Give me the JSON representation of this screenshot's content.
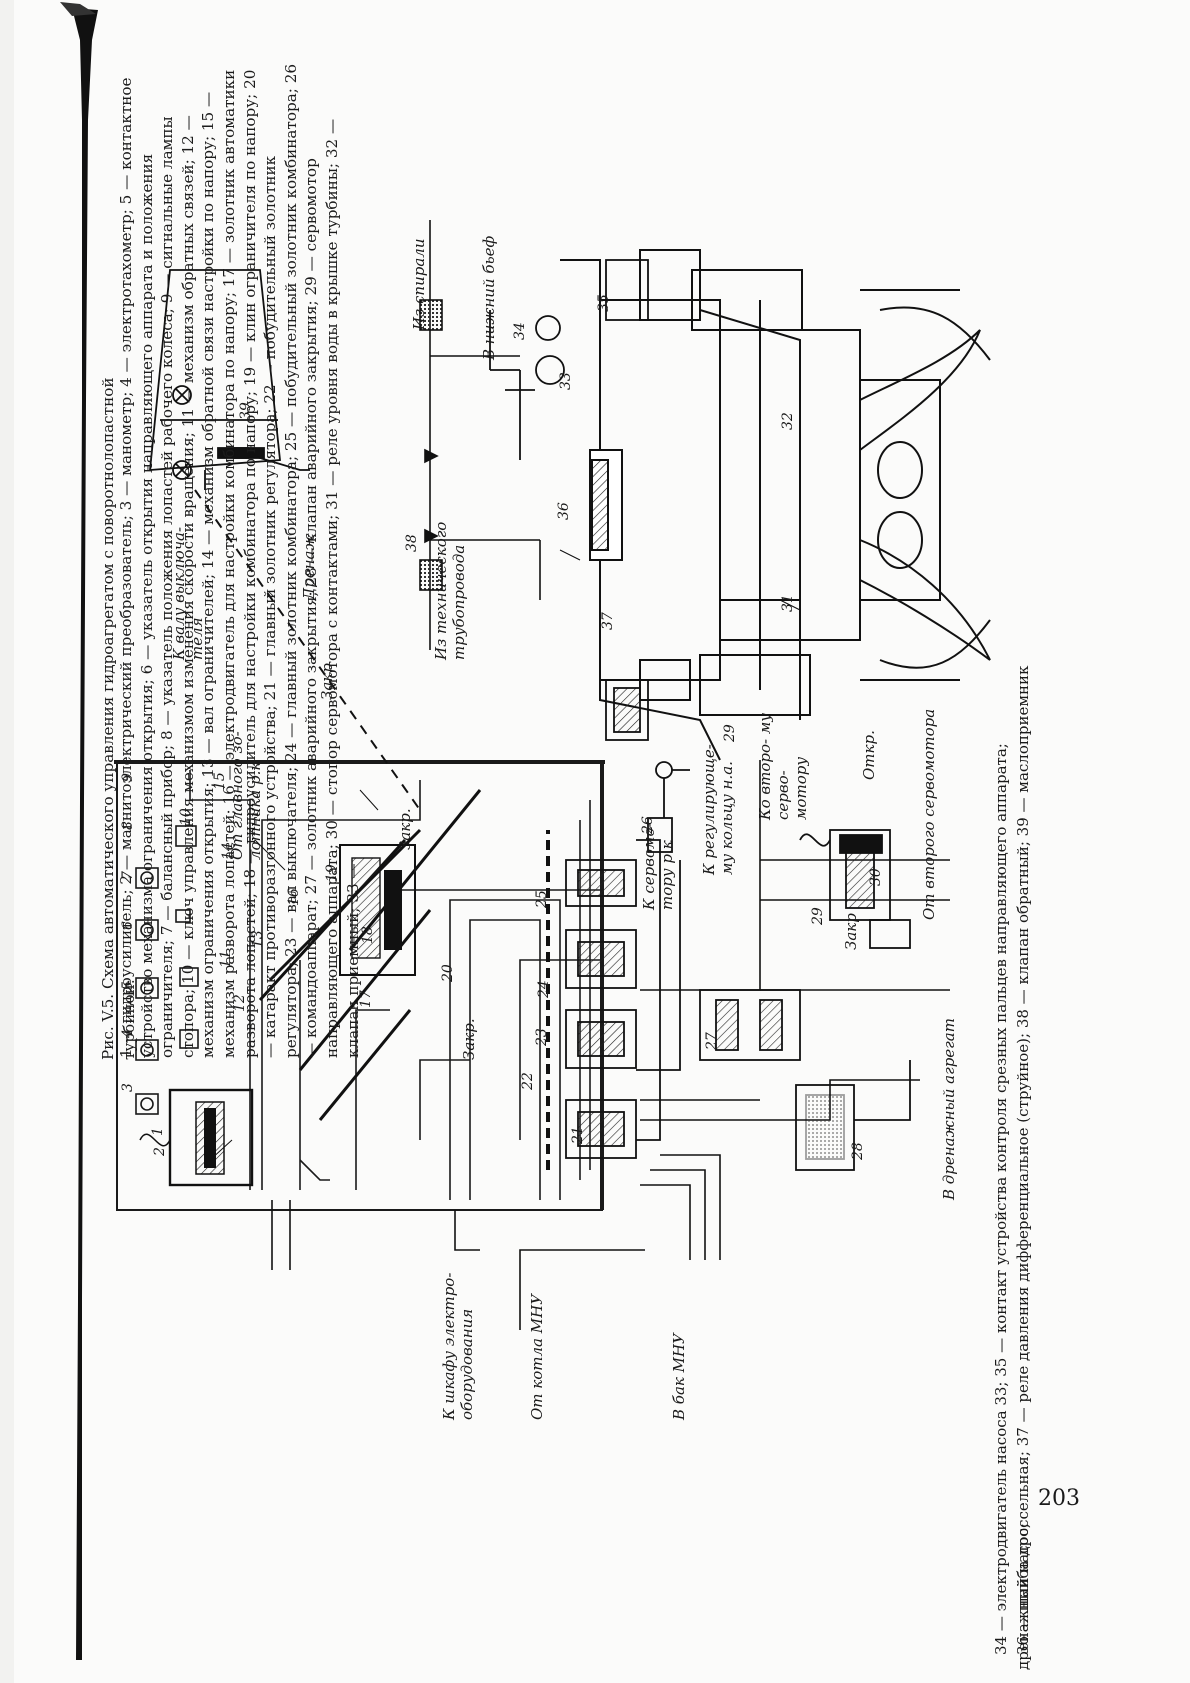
{
  "caption": {
    "figure_title": "Рис. V.5. Схема автоматического управления гидроагрегатом с поворотнолопастной турбиной:",
    "legend_column": "1 — гидроусилитель; 2 — магнитоэлектрический преобразователь; 3 — манометр; 4 — электротахометр; 5 — контактное устройство механизма ограничения открытия; 6 — указатель открытия направляющего аппарата и положения ограничителя; 7 — балансный прибор; 8 — указатель положения лопастей рабочего колеса; 9 — сигнальные лампы стопора; 10 — ключ управления механизмом изменения скорости вращения; 11 — механизм обратных связей; 12 — механизм ограничения открытия; 13 — вал ограничителей; 14 — механизм обратной связи настройки по напору; 15 — механизм разворота лопастей; 16 — электродвигатель для настройки комбинатора по напору; 17 — золотник автоматики разворота лопастей; 18 — гидроусилитель для настройки комбинатора по напору; 19 — клин ограничителя по напору; 20 — катаракт противоразгонного устройства; 21 — главный золотник регулятора; 22 — побудительный золотник регулятора; 23 — вал выключателя; 24 — главный золотник комбинатора; 25 — побудительный золотник комбинатора; 26 — командоаппарат; 27 — золотник аварийного закрытия; 28 — клапан аварийного закрытия; 29 — сервомотор направляющего аппарата; 30 — стопор сервомотора с контактами; 31 — реле уровня воды в крышке турбины; 32 — клапан приемный; 33 —",
    "legend_bottom_1": "34 — электродвигатель насоса 33; 35 — контакт устройства контроля срезных пальцев направляющего аппарата;",
    "legend_bottom_2": "36 — шайба дроссельная; 37 — реле давления дифференциальное (струйное); 38 — клапан обратный; 39 — маслоприемник",
    "legend_bottom_lead": "дренажный насос;"
  },
  "labels": {
    "from_main_valve": "От главного зо- лотника р.к",
    "to_switch_shaft": "К валу выключа- теля",
    "drainage": "Дренаж",
    "from_spiral": "Из спирали",
    "to_tailwater": "В нижний бьеф",
    "from_tech_pipe": "Из технического трубопровода",
    "to_electrical_cabinet": "К шкафу электро- оборудования",
    "from_mnu_boiler": "От котла МНУ",
    "to_mnu_tank": "В бак МНУ",
    "to_regulating_ring": "К регулирующе- му кольцу н.а.",
    "to_second_servo": "Ко второ- му серво- мотору",
    "from_second_servo": "От второго сервомотора",
    "to_servo_rk": "К сервомо- тору р.к",
    "to_drainage_unit": "В дренажный агрегат",
    "open": "Откр.",
    "close": "Закр",
    "close_dot": "Закр."
  },
  "numbers": [
    "1",
    "2",
    "3",
    "4",
    "5",
    "6",
    "7",
    "8",
    "9",
    "10",
    "11",
    "12",
    "13",
    "14",
    "15",
    "16",
    "17",
    "18",
    "19",
    "20",
    "21",
    "22",
    "23",
    "24",
    "25",
    "26",
    "27",
    "28",
    "29",
    "30",
    "31",
    "32",
    "33",
    "34",
    "35",
    "36",
    "37",
    "38",
    "39"
  ],
  "page_number": "203"
}
